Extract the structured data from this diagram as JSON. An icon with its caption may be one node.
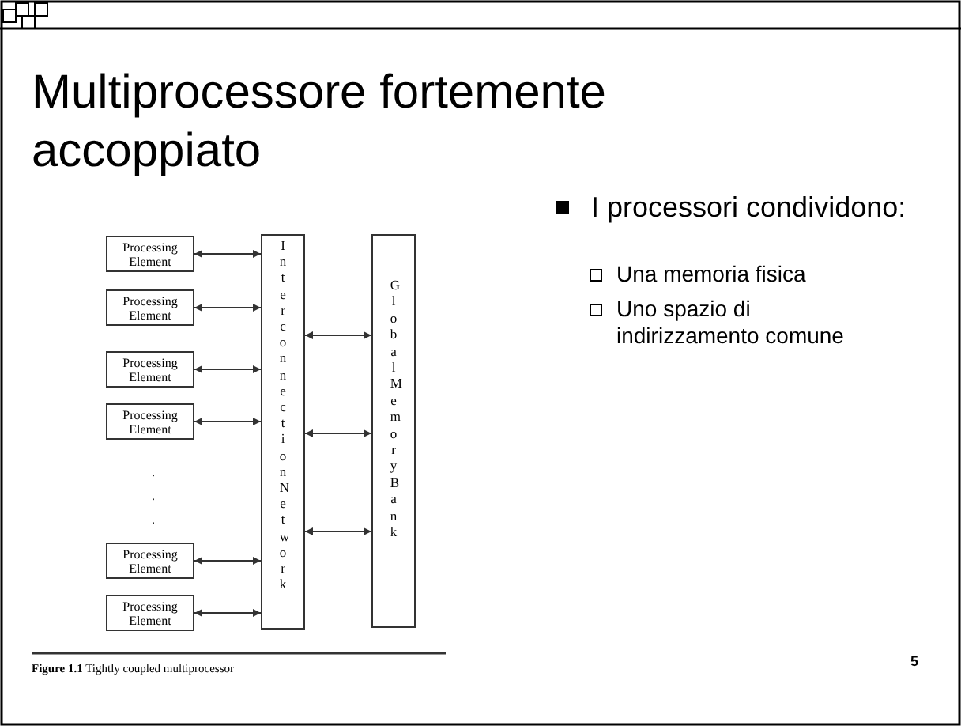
{
  "diagram": {
    "title": "Multiprocessore fortemente accoppiato",
    "caption": "**Figure 1.1** Tightly coupled multiprocessor",
    "nodes": [
      {
        "text": [
          "Processing Element"
        ]
      },
      {
        "text": [
          "Processing Element"
        ]
      },
      {
        "text": [
          "Processing Element"
        ]
      },
      {
        "text": [
          "Processing Element"
        ]
      },
      {
        "text": [
          "Processing Element"
        ]
      },
      {
        "text": [
          "Processing Element"
        ]
      },
      {
        "text": [
          "Interconnection Network"
        ]
      },
      {
        "text": [
          "Global Memory Bank"
        ]
      }
    ],
    "edges": [
      {
        "from": 0,
        "to": 6,
        "arrow": "both"
      },
      {
        "from": 1,
        "to": 6,
        "arrow": "both"
      },
      {
        "from": 2,
        "to": 6,
        "arrow": "both"
      },
      {
        "from": 3,
        "to": 6,
        "arrow": "both"
      },
      {
        "from": 4,
        "to": 6,
        "arrow": "both"
      },
      {
        "from": 5,
        "to": 6,
        "arrow": "both"
      },
      {
        "from": 6,
        "to": 7,
        "arrow": "both"
      },
      {
        "from": 6,
        "to": 7,
        "arrow": "both"
      },
      {
        "from": 6,
        "to": 7,
        "arrow": "both"
      }
    ],
    "labels": [
      "I processori condividono:",
      "Una memoria fisica",
      "Uno spazio di indirizzamento comune",
      ".",
      ".",
      ".",
      "5"
    ]
  }
}
